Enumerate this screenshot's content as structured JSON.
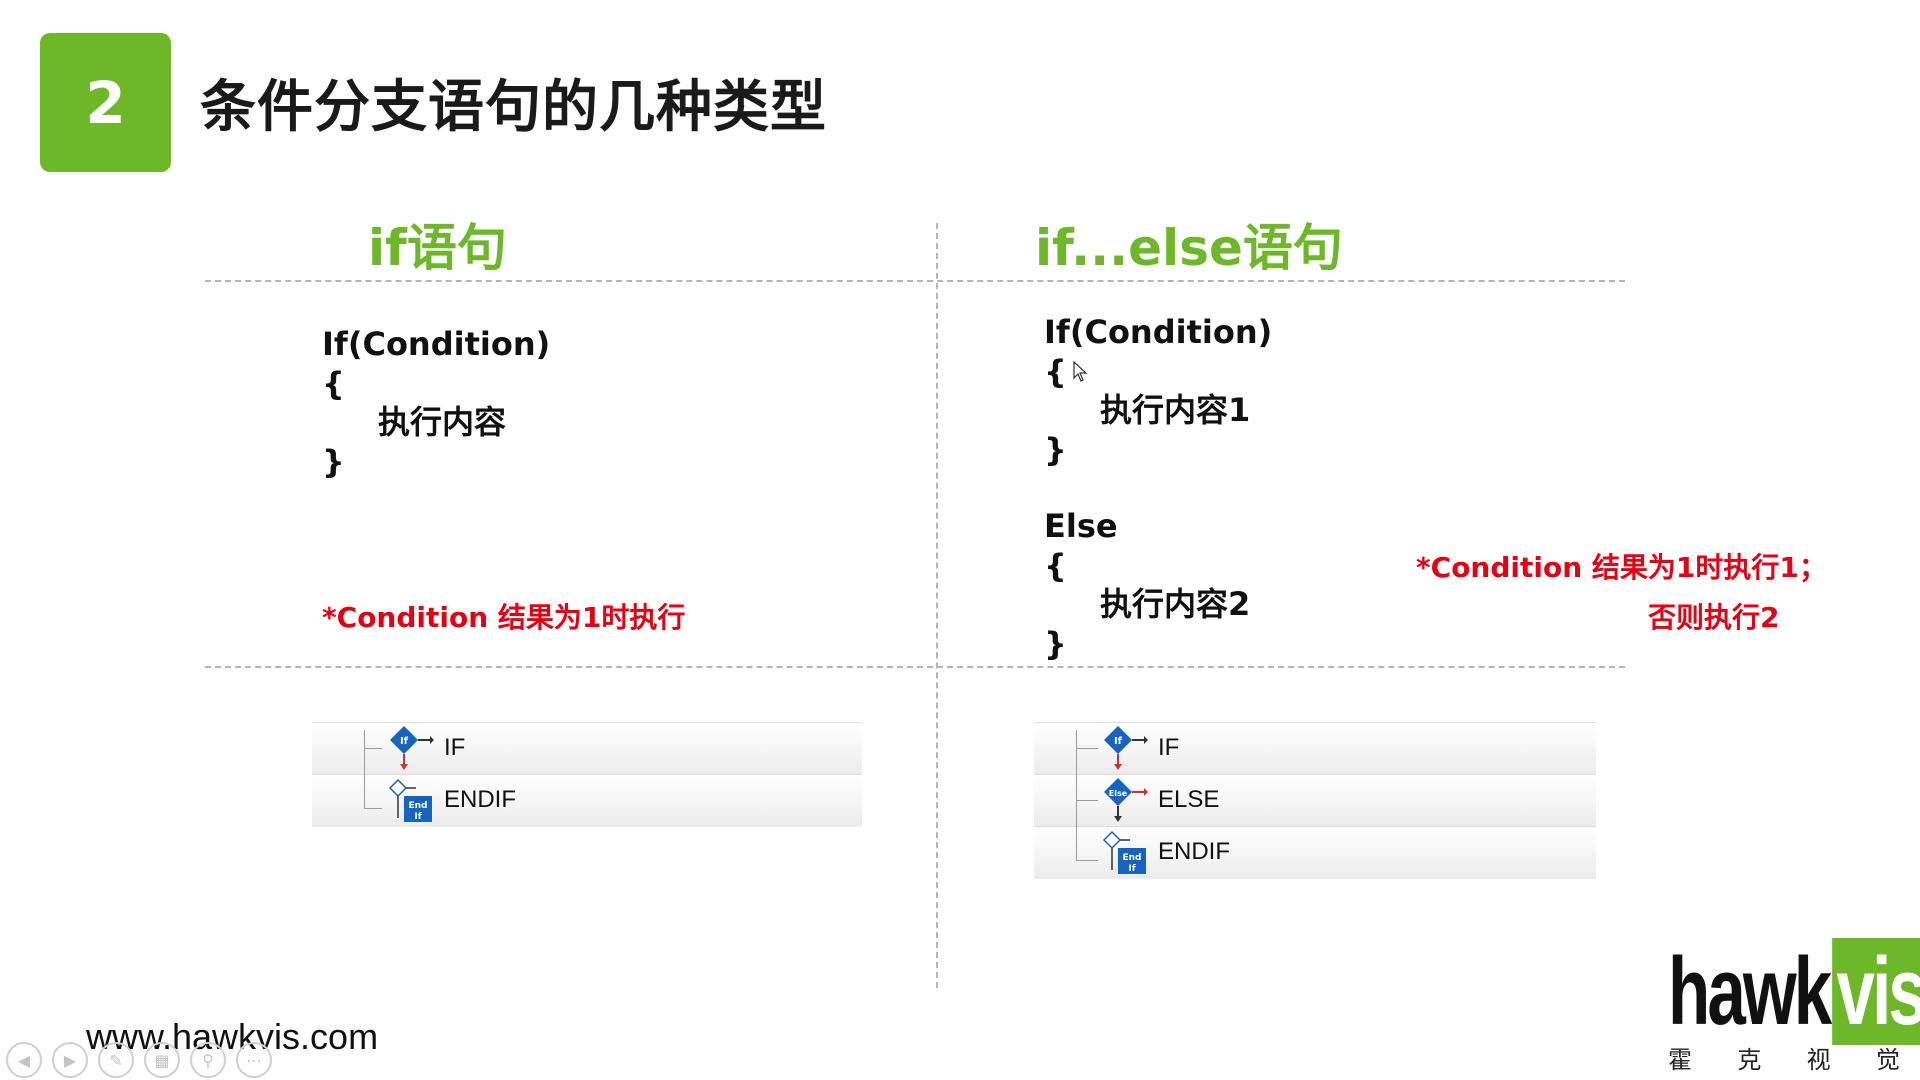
{
  "slide": {
    "number": "2",
    "title": "条件分支语句的几种类型"
  },
  "left": {
    "heading": "if语句",
    "code": [
      "If(Condition)",
      "{",
      "执行内容",
      "}"
    ],
    "note": "*Condition 结果为1时执行",
    "commands": [
      {
        "label": "IF",
        "icon": "if-diamond-icon"
      },
      {
        "label": "ENDIF",
        "icon": "endif-icon"
      }
    ]
  },
  "right": {
    "heading": "if...else语句",
    "code": [
      "If(Condition)",
      "{",
      "执行内容1",
      "}",
      "Else",
      "{",
      "执行内容2",
      "}"
    ],
    "note_line1": "*Condition 结果为1时执行1；",
    "note_line2": "否则执行2",
    "commands": [
      {
        "label": "IF",
        "icon": "if-diamond-icon"
      },
      {
        "label": "ELSE",
        "icon": "else-diamond-icon"
      },
      {
        "label": "ENDIF",
        "icon": "endif-icon"
      }
    ]
  },
  "footer": {
    "url": "www.hawkvis.com",
    "logo_text_dark": "hawk",
    "logo_text_green": "vis",
    "logo_sub": [
      "霍",
      "克",
      "视",
      "觉"
    ]
  },
  "nav": {
    "buttons": [
      "prev-icon",
      "next-icon",
      "pen-icon",
      "slides-icon",
      "zoom-icon",
      "more-icon"
    ]
  },
  "colors": {
    "accent_green": "#6cb829",
    "note_red": "#e60012"
  }
}
